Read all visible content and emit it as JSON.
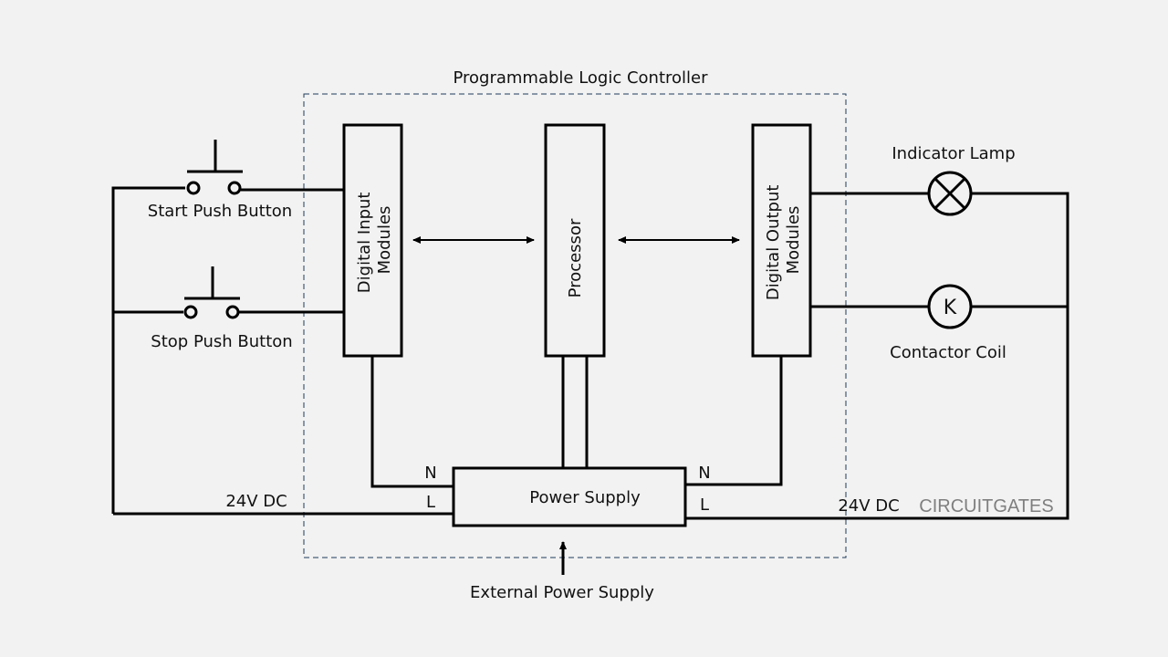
{
  "diagram": {
    "title": "Programmable Logic Controller",
    "blocks": {
      "input_modules": [
        "Digital Input",
        "Modules"
      ],
      "processor": "Processor",
      "output_modules": [
        "Digital Output",
        "Modules"
      ],
      "power_supply": "Power Supply"
    },
    "inputs": {
      "start_button": "Start Push Button",
      "stop_button": "Stop Push Button"
    },
    "outputs": {
      "indicator_lamp": "Indicator Lamp",
      "contactor_coil": "Contactor Coil",
      "coil_symbol": "K"
    },
    "terminals": {
      "neutral": "N",
      "line": "L"
    },
    "supply_left": "24V DC",
    "supply_right": "24V DC",
    "external_supply": "External Power Supply",
    "watermark": "CIRCUITGATES"
  }
}
